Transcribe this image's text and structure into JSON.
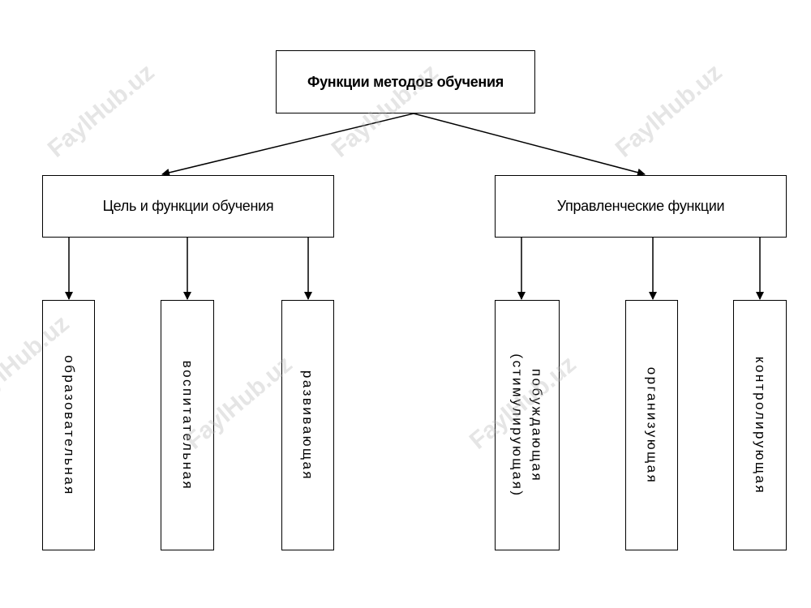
{
  "root": {
    "label": "Функции методов обучения"
  },
  "branches": [
    {
      "label": "Цель и функции обучения",
      "leaves": [
        {
          "lines": [
            "образовательная"
          ]
        },
        {
          "lines": [
            "воспитательная"
          ]
        },
        {
          "lines": [
            "развивающая"
          ]
        }
      ]
    },
    {
      "label": "Управленческие функции",
      "leaves": [
        {
          "lines": [
            "побуждающая",
            "(стимулирующая)"
          ]
        },
        {
          "lines": [
            "организующая"
          ]
        },
        {
          "lines": [
            "контролирующая"
          ]
        }
      ]
    }
  ],
  "watermark": "FaylHub.uz",
  "colors": {
    "line": "#000000",
    "box_fill": "#ffffff",
    "watermark": "#b4b4b4"
  }
}
